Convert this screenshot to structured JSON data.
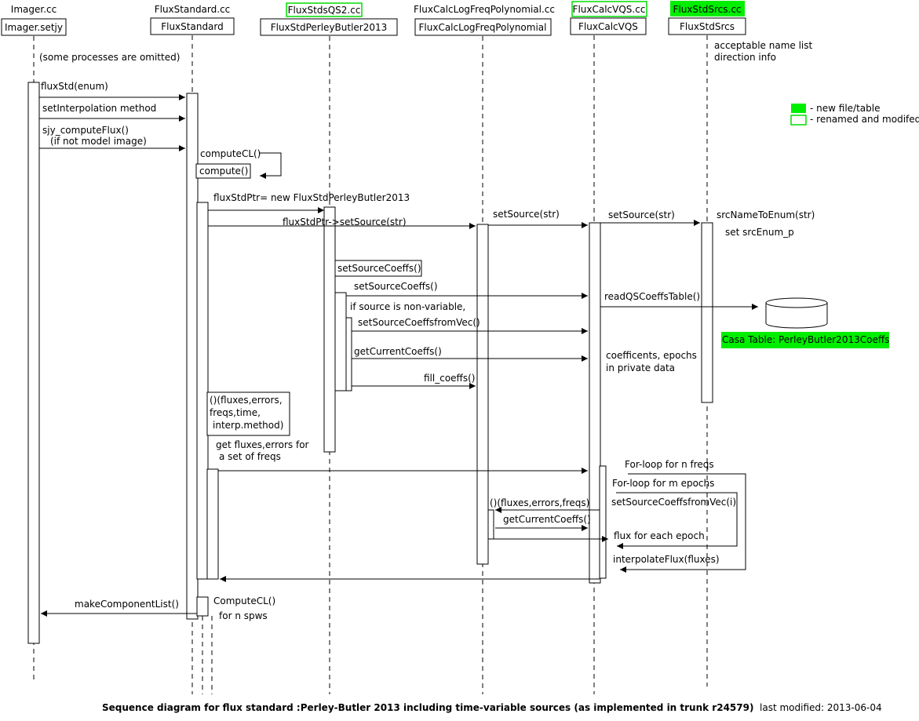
{
  "file_labels": [
    "Imager.cc",
    "FluxStandard.cc",
    "FluxStdsQS2.cc",
    "FluxCalcLogFreqPolynomial.cc",
    "FluxCalcVQS.cc",
    "FluxStdSrcs.cc"
  ],
  "participants": [
    "Imager.setjy",
    "FluxStandard",
    "FluxStdPerleyButler2013",
    "FluxCalcLogFreqPolynomial",
    "FluxCalcVQS",
    "FluxStdSrcs"
  ],
  "notes": {
    "omitted": "(some processes are omitted)",
    "srcs_line1": "acceptable name list",
    "srcs_line2": "direction info",
    "set_enum": "set srcEnum_p",
    "nonvariable": "if source is non-variable,",
    "coeffs_line1": "coefficents, epochs",
    "coeffs_line2": "in private data",
    "if_not_model": "(if not model image)",
    "get_fluxes_line1": "get fluxes,errors for",
    "get_fluxes_line2": "a set of freqs",
    "for_n_freqs": "For-loop for n freqs",
    "for_m_epochs": "For-loop for m epochs",
    "flux_each_epoch": "flux for each epoch",
    "for_n_spws": "for n spws"
  },
  "messages": {
    "fluxStd": "fluxStd(enum)",
    "setInterpolation": "setInterpolation method",
    "sjy_computeFlux": "sjy_computeFlux()",
    "computeCL": "computeCL()",
    "compute": "compute()",
    "new_pb2013": "fluxStdPtr= new FluxStdPerleyButler2013",
    "ptr_setSource": "fluxStdPtr->setSource(str)",
    "setSource_a": "setSource(str)",
    "setSource_b": "setSource(str)",
    "srcNameToEnum": "srcNameToEnum(str)",
    "setSourceCoeffs_box": "setSourceCoeffs()",
    "setSourceCoeffs_msg": "setSourceCoeffs()",
    "readQSCoeffsTable": "readQSCoeffsTable()",
    "setSourceCoeffsfromVec": "setSourceCoeffsfromVec()",
    "getCurrentCoeffs": "getCurrentCoeffs()",
    "fill_coeffs": "fill_coeffs()",
    "call_op_line1": "()(fluxes,errors,",
    "call_op_line2": "freqs,time,",
    "call_op_line3": "interp.method)",
    "setSourceCoeffsfromVec_i": "setSourceCoeffsfromVec(i)",
    "op_fluxes": "()(fluxes,errors,freqs)",
    "getCurrentCoeffs_2": "getCurrentCoeffs()",
    "interpolateFlux": "interpolateFlux(fluxes)",
    "makeComponentList": "makeComponentList()",
    "ComputeCL": "ComputeCL()"
  },
  "table_label": "Casa Table: PerleyButler2013Coeffs",
  "legend": {
    "new": "- new file/table",
    "renamed": "- renamed and modifed"
  },
  "colors": {
    "new_fill": "#00ee00",
    "renamed_border": "#00dd00"
  },
  "footer": {
    "title": "Sequence diagram for flux standard :Perley-Butler 2013 including time-variable sources (as implemented in trunk r24579)",
    "modified": "last modified: 2013-06-04"
  }
}
